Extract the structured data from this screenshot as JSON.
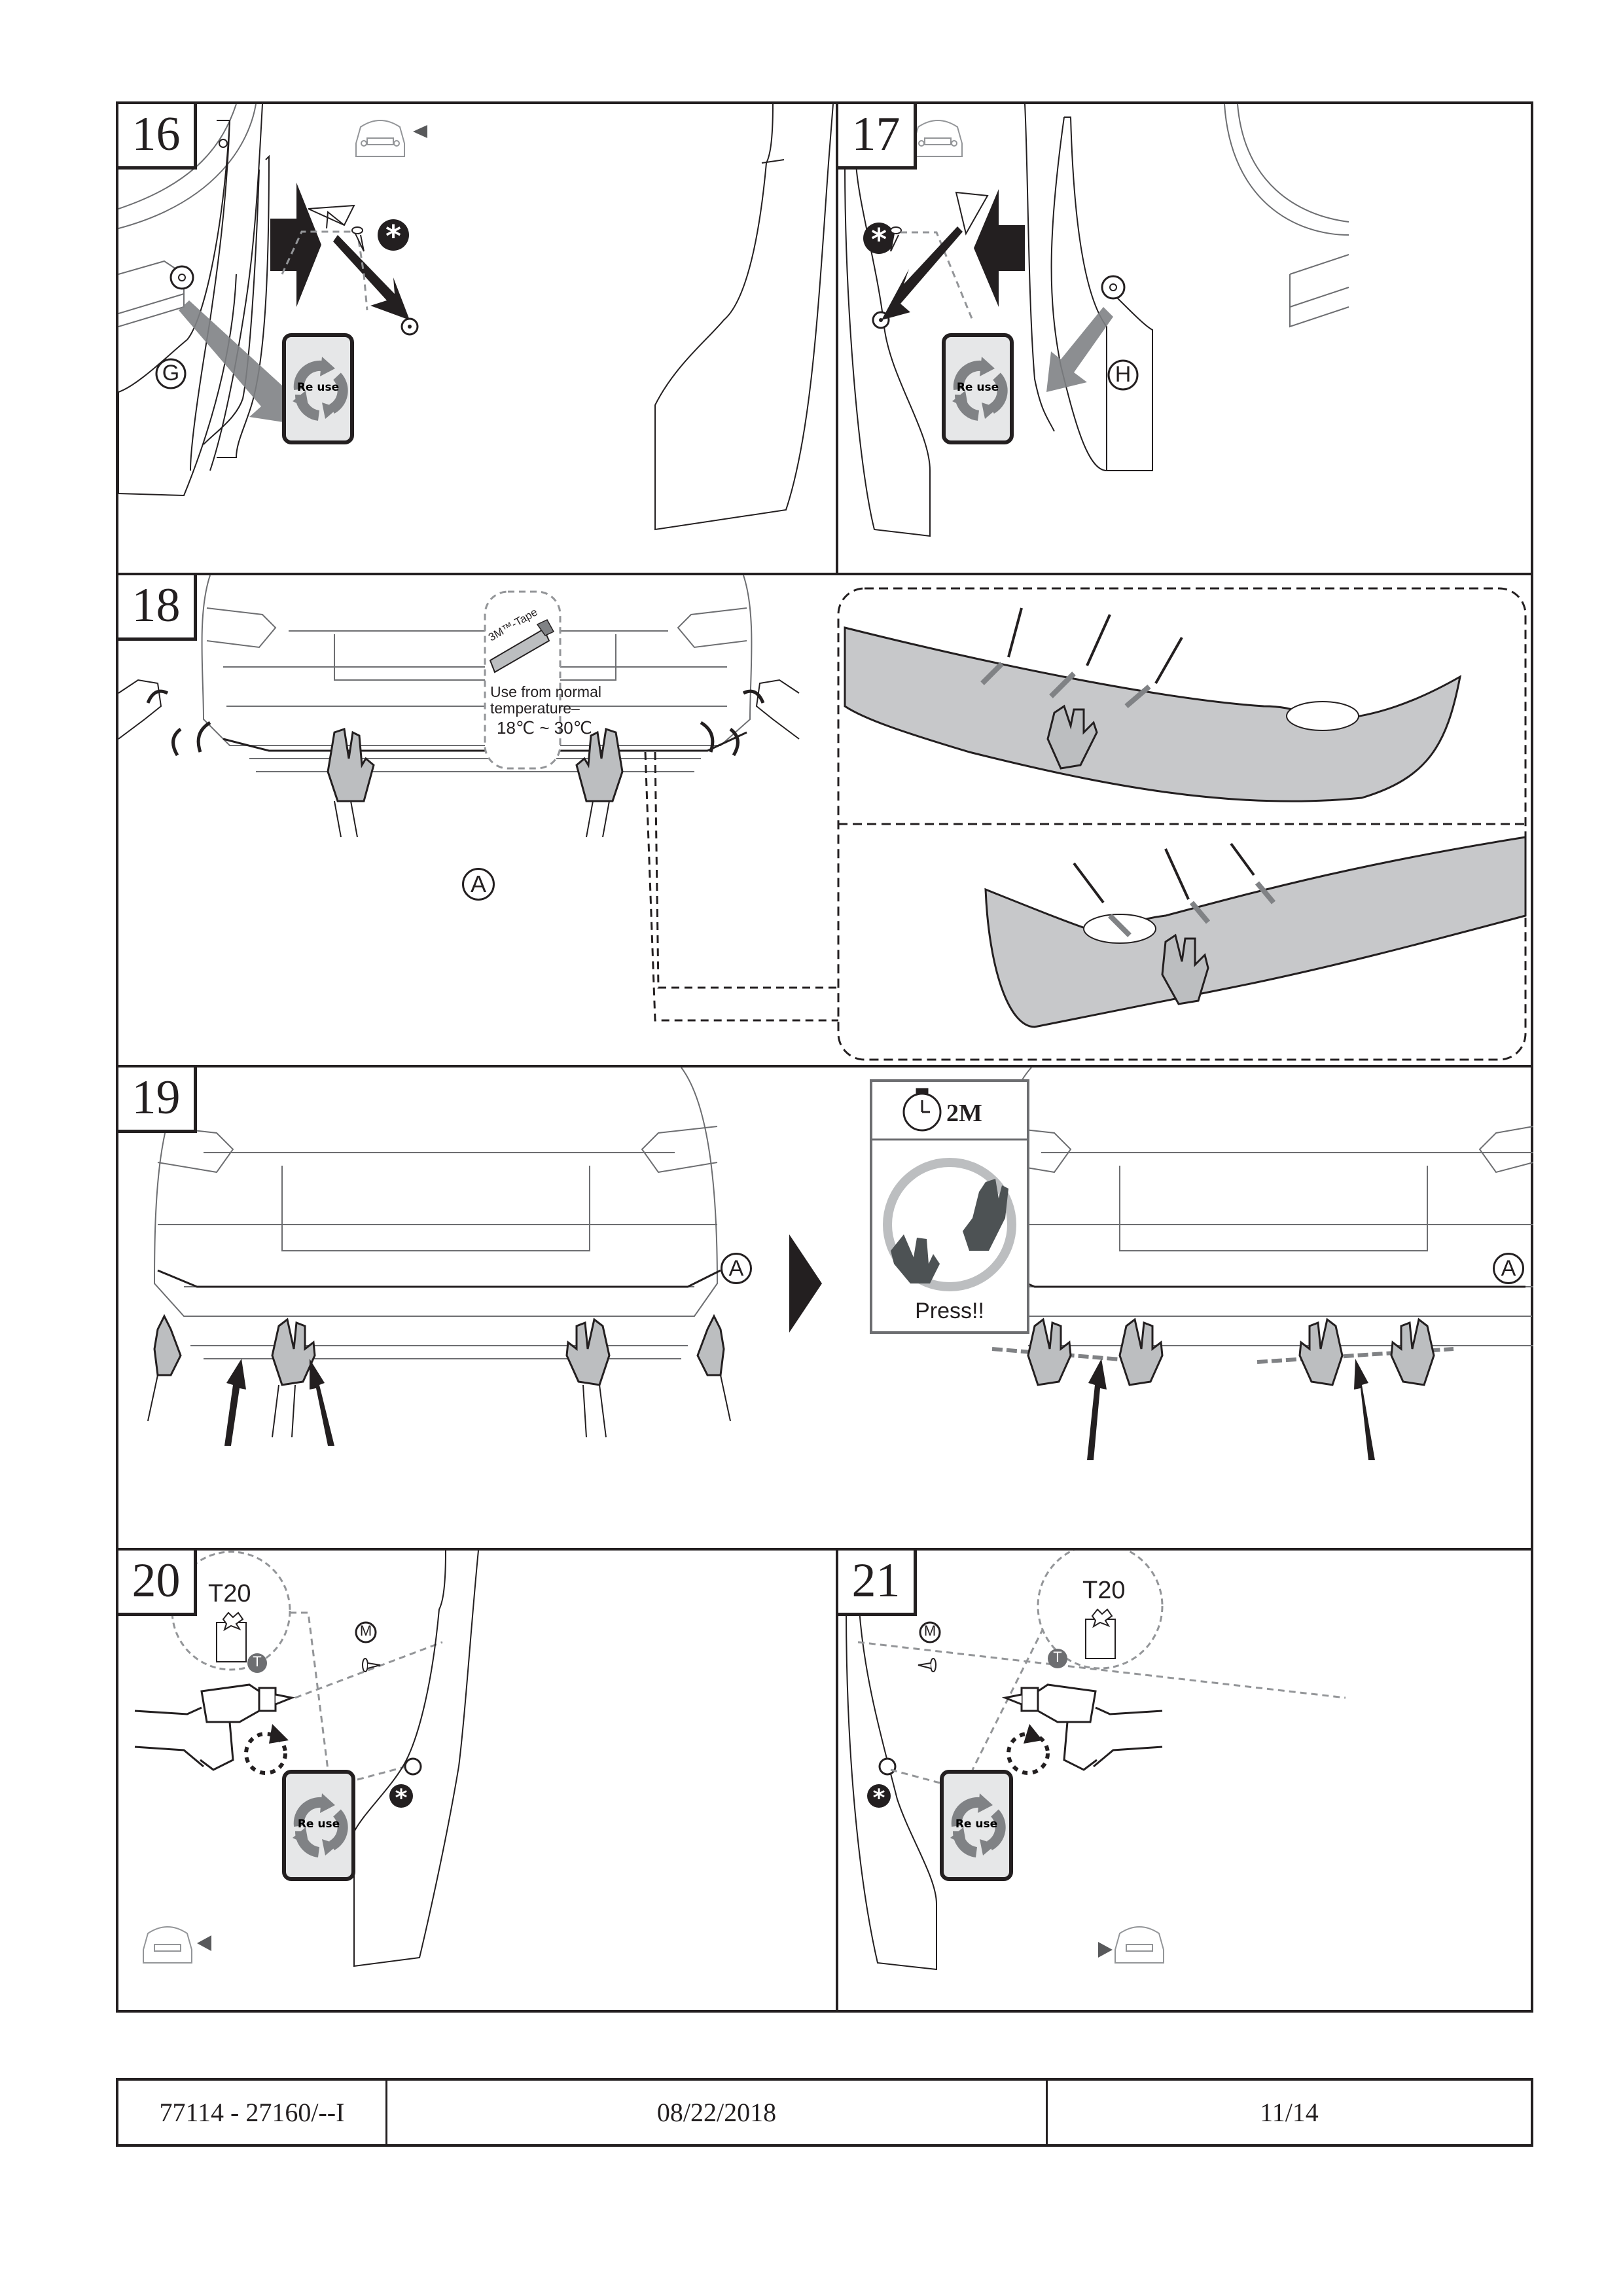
{
  "steps": [
    {
      "number": "16",
      "part_label": "G",
      "badge_label": "Re use",
      "direction": "left"
    },
    {
      "number": "17",
      "part_label": "H",
      "badge_label": "Re use",
      "direction": "right"
    },
    {
      "number": "18",
      "part_label": "A",
      "tape_label": "3M™-Tape",
      "tape_note_line1": "Use from normal",
      "tape_note_line2": "temperature–",
      "tape_range": "18℃ ~ 30℃"
    },
    {
      "number": "19",
      "part_label": "A",
      "timer_label": "2M",
      "press_label": "Press!!"
    },
    {
      "number": "20",
      "bit_label": "T20",
      "tool_label": "T",
      "screw_label": "M",
      "badge_label": "Re use",
      "direction": "left"
    },
    {
      "number": "21",
      "bit_label": "T20",
      "tool_label": "T",
      "screw_label": "M",
      "badge_label": "Re use",
      "direction": "right"
    }
  ],
  "footer": {
    "part_number": "77114 - 27160/--I",
    "date": "08/22/2018",
    "page": "11/14"
  },
  "colors": {
    "line": "#231f20",
    "arrow_gray": "#808285",
    "badge_bg": "#e6e7e8",
    "glove": "#bcbec0",
    "bumper_fill": "#c7c8ca",
    "dashed": "#939598"
  },
  "icons": [
    "car-front-icon",
    "recycle-icon",
    "asterisk-icon",
    "stopwatch-icon",
    "torx-bit-icon",
    "drill-icon",
    "rotation-arrow-icon"
  ]
}
